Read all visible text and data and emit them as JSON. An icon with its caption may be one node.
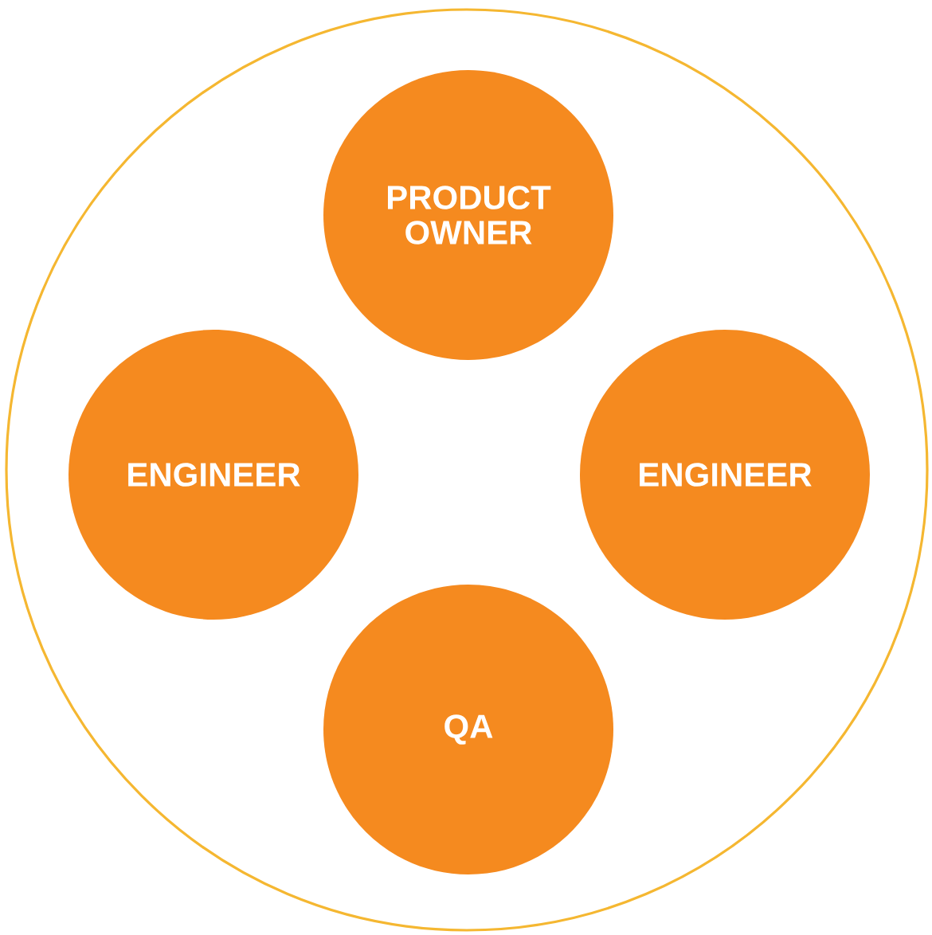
{
  "diagram": {
    "nodes": [
      {
        "text": [],
        "shape": "circle"
      },
      {
        "text": [
          "PRODUCT OWNER"
        ],
        "in": 0
      },
      {
        "text": [
          "ENGINEER"
        ],
        "in": 0
      },
      {
        "text": [
          "ENGINEER"
        ],
        "in": 0
      },
      {
        "text": [
          "QA"
        ],
        "in": 0
      }
    ]
  }
}
